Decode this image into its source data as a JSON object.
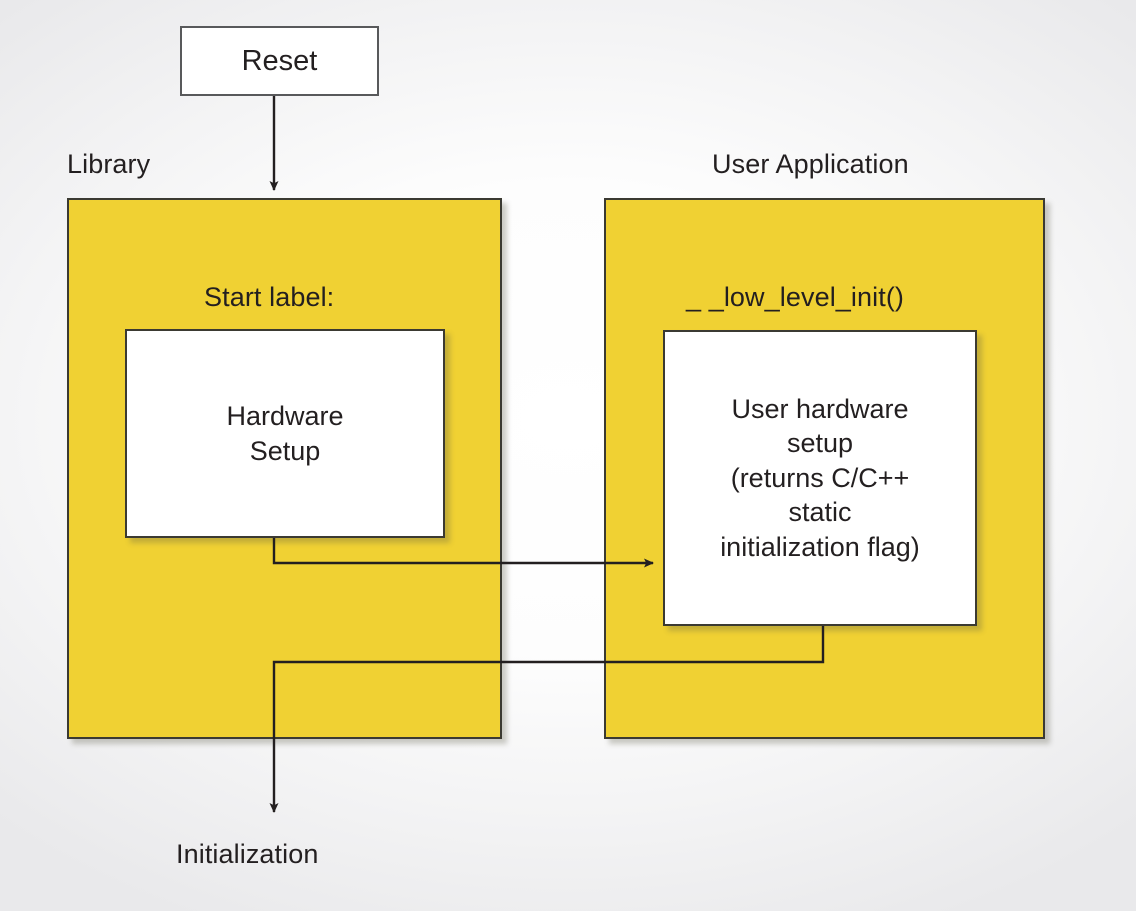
{
  "diagram": {
    "title": "System startup: library and user application initialization flow",
    "background_color": "#ffffff",
    "panel_color": "#f0d133",
    "border_color": "#3b3a32",
    "text_color": "#231f20"
  },
  "reset": {
    "label": "Reset"
  },
  "panels": {
    "library": {
      "title": "Library",
      "caption": "Start label:",
      "box_text": "Hardware\nSetup"
    },
    "user_application": {
      "title": "User Application",
      "caption": "_ _low_level_init()",
      "box_text": "User hardware\nsetup\n(returns  C/C++\nstatic\ninitialization flag)"
    }
  },
  "output": {
    "label": "Initialization"
  },
  "connectors": [
    {
      "name": "reset-to-library",
      "from": "Reset",
      "to": "Library panel",
      "arrow": true
    },
    {
      "name": "hardware-setup-to-low-level-init",
      "from": "Hardware Setup",
      "to": "User hardware setup",
      "arrow": true
    },
    {
      "name": "low-level-init-to-initialization",
      "from": "User hardware setup",
      "to": "Initialization",
      "arrow": true
    }
  ]
}
